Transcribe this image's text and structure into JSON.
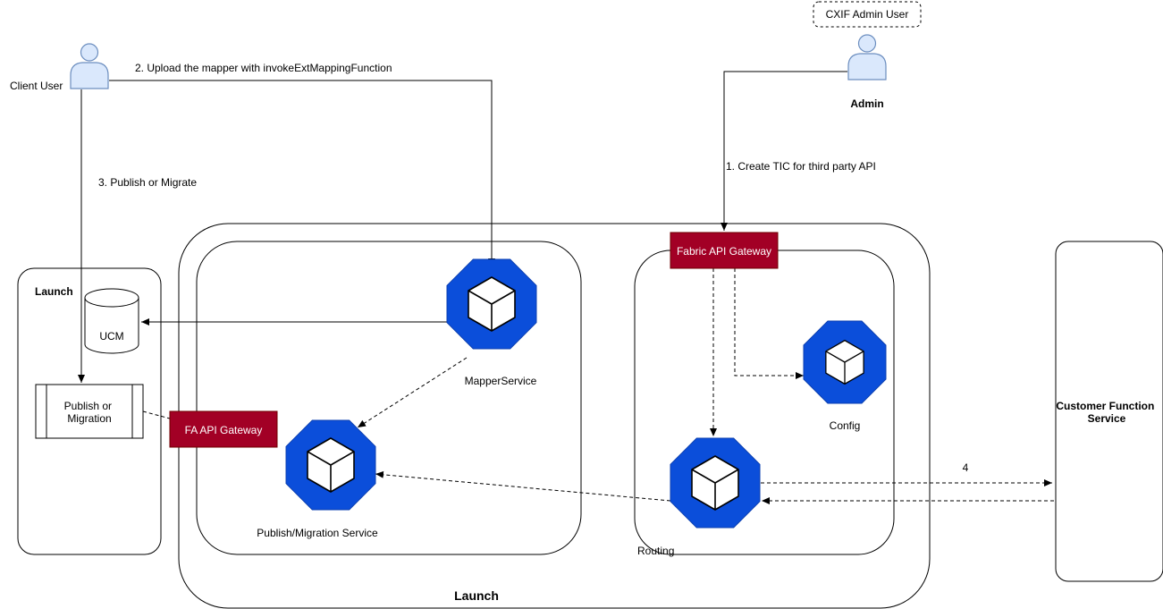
{
  "actors": {
    "client": {
      "label": "Client User"
    },
    "admin": {
      "label": "Admin",
      "tag": "CXIF Admin User"
    }
  },
  "steps": {
    "create_tic": "1. Create TIC for third party API",
    "upload_mapper": "2. Upload the mapper with invokeExtMappingFunction",
    "publish_migrate": "3. Publish or Migrate",
    "step4": "4"
  },
  "containers": {
    "launch_left": "Launch",
    "launch_main": "Launch",
    "customer_function": "Customer Function Service"
  },
  "components": {
    "ucm": "UCM",
    "publish_migration_box": "Publish or Migration",
    "fa_gateway": "FA API Gateway",
    "fabric_gateway": "Fabric API Gateway",
    "mapper_service": "MapperService",
    "publish_migration_service": "Publish/Migration Service",
    "config": "Config",
    "routing": "Routing"
  },
  "colors": {
    "service_fill": "#0b4eda",
    "gateway_fill": "#a20025",
    "user_fill": "#dae8fc",
    "user_stroke": "#6c8ebf"
  }
}
